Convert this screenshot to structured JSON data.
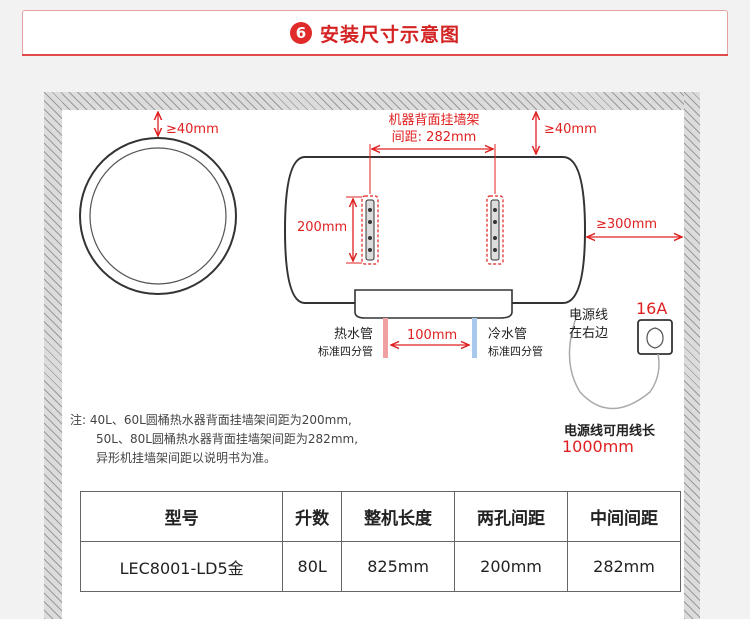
{
  "header": {
    "step_number": "6",
    "title": "安装尺寸示意图"
  },
  "diagram": {
    "top_clearance_left": "≥40mm",
    "bracket_label_line1": "机器背面挂墙架",
    "bracket_label_line2": "间距: 282mm",
    "top_clearance_right": "≥40mm",
    "right_clearance": "≥300mm",
    "bracket_height": "200mm",
    "hot_pipe_label": "热水管",
    "hot_pipe_sub": "标准四分管",
    "pipe_distance": "100mm",
    "cold_pipe_label": "冷水管",
    "cold_pipe_sub": "标准四分管",
    "power_side_line1": "电源线",
    "power_side_line2": "在右边",
    "outlet_rating": "16A",
    "cord_length_label": "电源线可用线长",
    "cord_length_value": "1000mm"
  },
  "note": {
    "line1": "注: 40L、60L圆桶热水器背面挂墙架间距为200mm,",
    "line2": "50L、80L圆桶热水器背面挂墙架间距为282mm,",
    "line3": "异形机挂墙架间距以说明书为准。"
  },
  "table": {
    "headers": [
      "型号",
      "升数",
      "整机长度",
      "两孔间距",
      "中间间距"
    ],
    "row": [
      "LEC8001-LD5金",
      "80L",
      "825mm",
      "200mm",
      "282mm"
    ]
  },
  "colors": {
    "accent": "#e02020",
    "hot_pipe": "#f0a0a0",
    "cold_pipe": "#a8c8ec"
  }
}
